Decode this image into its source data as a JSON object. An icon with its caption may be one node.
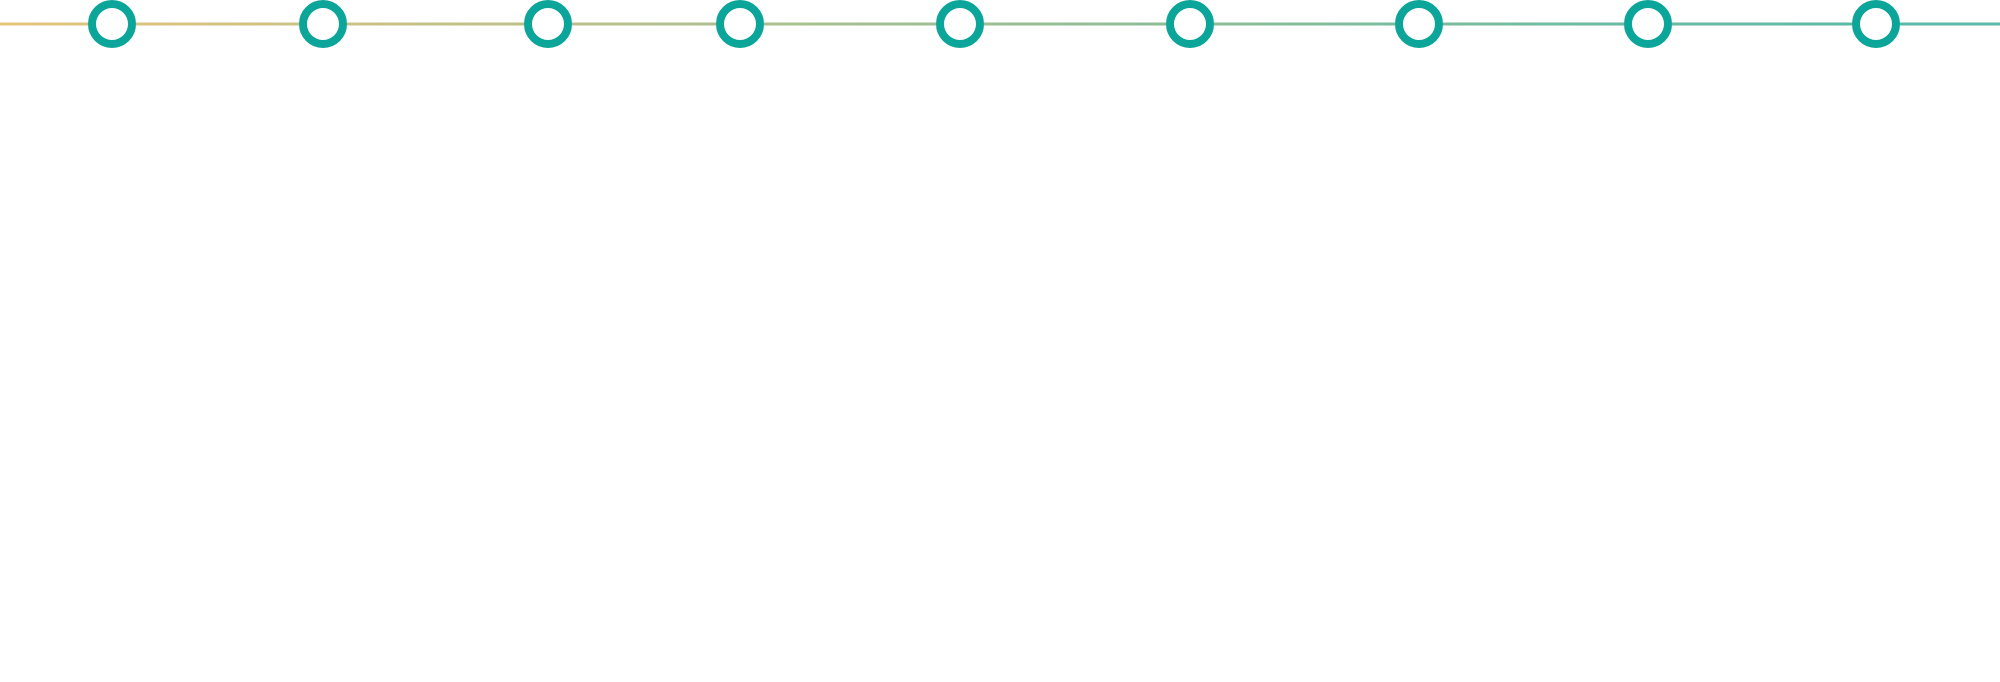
{
  "diagram": {
    "nodes": [
      {
        "text": [],
        "shape": "circle"
      },
      {
        "text": [],
        "shape": "circle"
      },
      {
        "text": [],
        "shape": "circle"
      },
      {
        "text": [],
        "shape": "circle"
      },
      {
        "text": [],
        "shape": "circle"
      },
      {
        "text": [],
        "shape": "circle"
      },
      {
        "text": [],
        "shape": "circle"
      },
      {
        "text": [],
        "shape": "circle"
      },
      {
        "text": [],
        "shape": "circle"
      }
    ],
    "edges": [
      {
        "from": null,
        "to": 0,
        "arrow": "none",
        "color": "#e7c57b"
      },
      {
        "from": 0,
        "to": 1,
        "arrow": "none",
        "color": "#dbc47f"
      },
      {
        "from": 1,
        "to": 2,
        "arrow": "none",
        "color": "#cbc284"
      },
      {
        "from": 2,
        "to": 3,
        "arrow": "none",
        "color": "#bcc189"
      },
      {
        "from": 3,
        "to": 4,
        "arrow": "none",
        "color": "#adc08e"
      },
      {
        "from": 4,
        "to": 5,
        "arrow": "none",
        "color": "#9cbf93"
      },
      {
        "from": 5,
        "to": 6,
        "arrow": "none",
        "color": "#8bbd98"
      },
      {
        "from": 6,
        "to": 7,
        "arrow": "none",
        "color": "#7abc9d"
      },
      {
        "from": 7,
        "to": 8,
        "arrow": "none",
        "color": "#69baa3"
      },
      {
        "from": 8,
        "to": null,
        "arrow": "none",
        "color": "#5db9a7"
      }
    ]
  }
}
